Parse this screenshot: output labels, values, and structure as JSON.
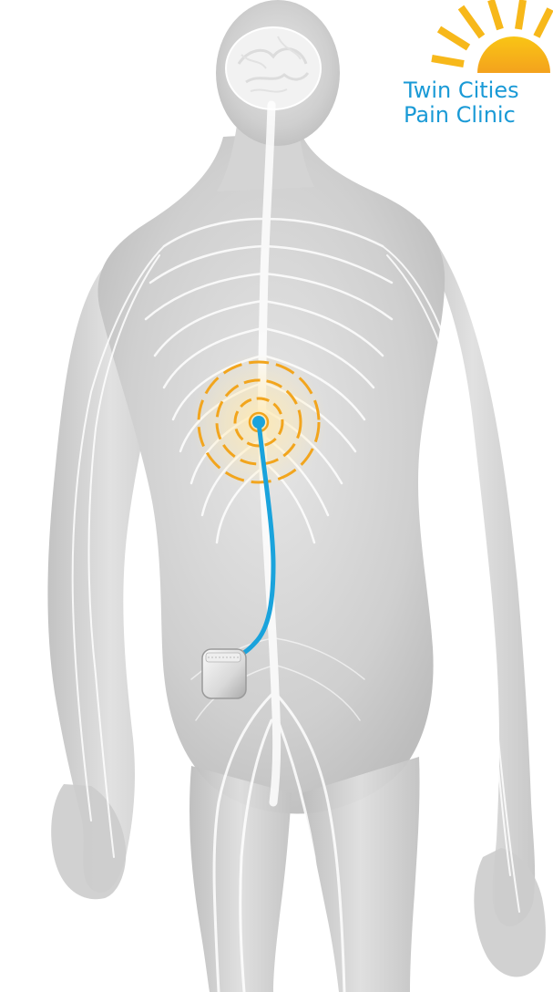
{
  "logo": {
    "line1": "Twin Cities",
    "line2": "Pain Clinic"
  },
  "colors": {
    "brand_blue": "#1a9ad6",
    "sun_orange": "#f4a21d",
    "sun_yellow": "#f9c515",
    "lead_blue": "#1aa3dc",
    "pulse_orange": "#f2a51d",
    "body_gray": "#c9c9c9",
    "nerve_white": "#ffffff"
  },
  "illustration": {
    "subject": "spinal-cord-stimulator-implant",
    "icons": [
      "human-body-back-view",
      "nervous-system",
      "spinal-cord",
      "stimulation-rings",
      "lead-wire",
      "pulse-generator-device"
    ]
  }
}
